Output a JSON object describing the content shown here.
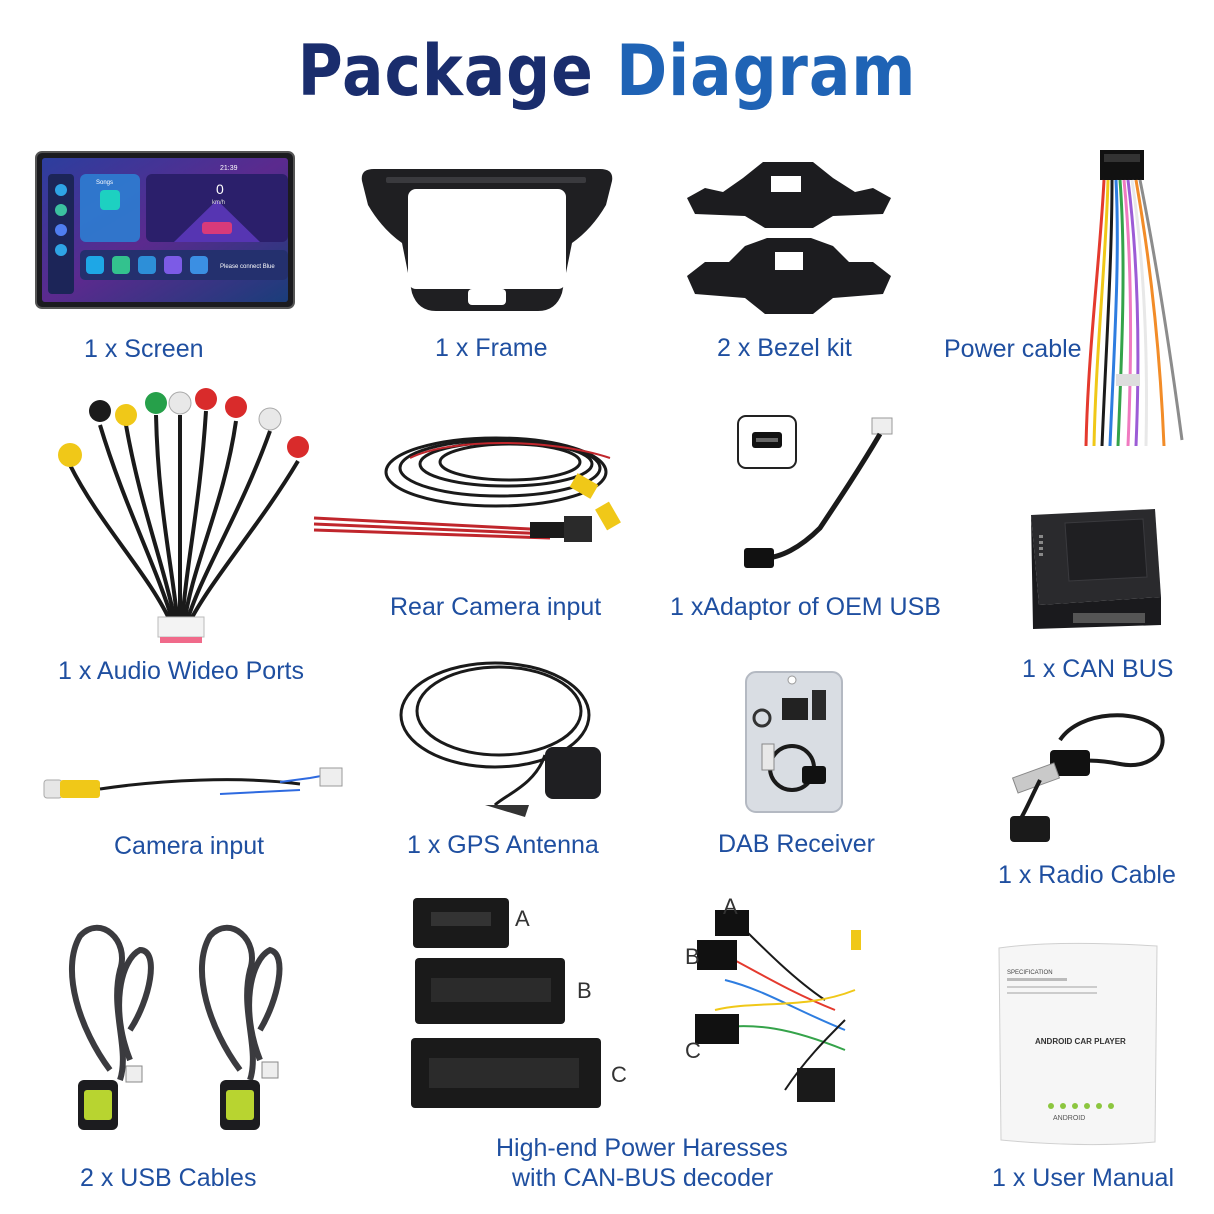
{
  "title": {
    "part1": "Package",
    "part2": "Diagram"
  },
  "screen_ui": {
    "time": "21:39",
    "speed": "0",
    "speed_unit": "km/h",
    "music_label": "Songs",
    "notice": "Please connect Blue"
  },
  "items": {
    "screen": "1 x Screen",
    "frame": "1 x Frame",
    "bezel": "2 x Bezel kit",
    "power_cable": "Power cable",
    "audio_video": "1 x Audio Wideo Ports",
    "rear_camera": "Rear Camera input",
    "usb_adaptor": "1 xAdaptor of OEM USB",
    "can_bus": "1 x CAN BUS",
    "gps": "1 x GPS Antenna",
    "dab": "DAB Receiver",
    "camera_input": "Camera input",
    "radio_cable": "1 x Radio Cable",
    "usb_cables": "2 x USB Cables",
    "harness_line1": "High-end Power Haresses",
    "harness_line2": "with CAN-BUS decoder",
    "manual": "1 x User Manual"
  },
  "connector_letters": {
    "a": "A",
    "b": "B",
    "c": "C"
  },
  "manual_text": {
    "spec": "SPECIFICATION",
    "title": "ANDROID CAR PLAYER",
    "brand": "ANDROID"
  },
  "colors": {
    "title_dark": "#1a2d6d",
    "title_blue": "#1f63b5",
    "label": "#1f4fa0"
  }
}
